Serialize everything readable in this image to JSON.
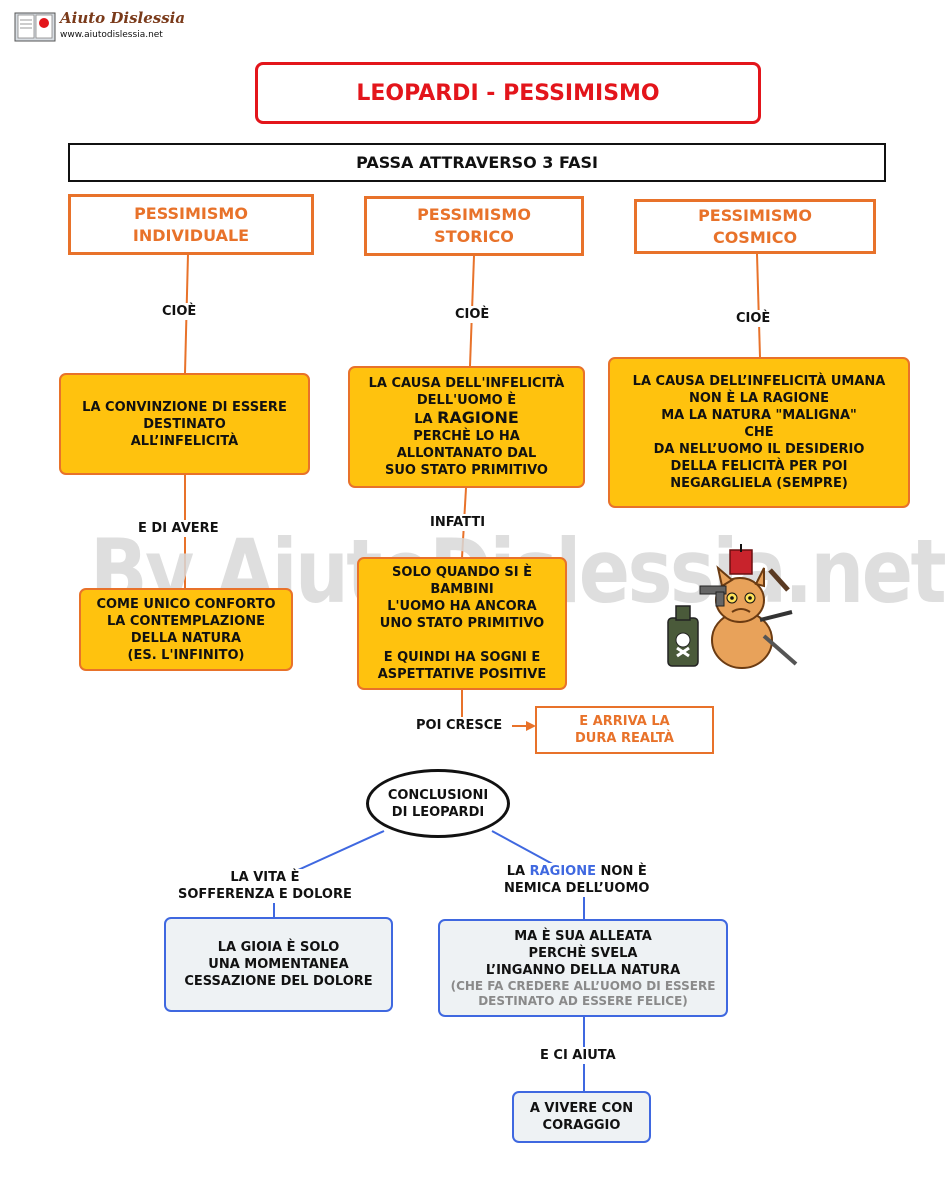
{
  "brand": {
    "name": "Aiuto Dislessia",
    "url": "www.aiutodislessia.net"
  },
  "watermark": "By AiutoDislessia.net",
  "title": "LEOPARDI - PESSIMISMO",
  "subtitle": "PASSA ATTRAVERSO 3 FASI",
  "phases": [
    {
      "title_line1": "PESSIMISMO",
      "title_line2": "INDIVIDUALE",
      "connector": "CIOÈ",
      "desc": [
        "LA CONVINZIONE DI ESSERE",
        "DESTINATO",
        "ALL’INFELICITÀ"
      ]
    },
    {
      "title_line1": "PESSIMISMO",
      "title_line2": "STORICO",
      "connector": "CIOÈ",
      "desc_line1": "LA CAUSA DELL'INFELICITÀ",
      "desc_line2": "DELL'UOMO È",
      "desc_la": "LA ",
      "desc_ragione": "RAGIONE",
      "desc_line4": "PERCHÈ  LO HA",
      "desc_line5": "ALLONTANATO DAL",
      "desc_line6": "SUO STATO PRIMITIVO"
    },
    {
      "title_line1": "PESSIMISMO",
      "title_line2": "COSMICO",
      "connector": "CIOÈ",
      "desc": [
        "LA CAUSA DELL’INFELICITÀ UMANA",
        "NON È LA RAGIONE",
        "MA LA  NATURA  \"MALIGNA\"",
        "CHE",
        "DA NELL’UOMO IL DESIDERIO",
        "DELLA FELICITÀ PER POI",
        "NEGARGLIELA (SEMPRE)"
      ]
    }
  ],
  "individuale_more": {
    "connector": "E DI AVERE",
    "desc": [
      "COME UNICO CONFORTO",
      "LA CONTEMPLAZIONE",
      "DELLA NATURA",
      "(ES. L'INFINITO)"
    ]
  },
  "storico_more": {
    "connector": "INFATTI",
    "desc": [
      "SOLO QUANDO SI È",
      "BAMBINI",
      "L'UOMO HA ANCORA",
      "UNO STATO PRIMITIVO",
      "",
      "E QUINDI HA SOGNI E",
      "ASPETTATIVE POSITIVE"
    ],
    "connector2": "POI CRESCE",
    "result": [
      "E ARRIVA LA",
      "DURA REALTÀ"
    ]
  },
  "conclusions": {
    "title": [
      "CONCLUSIONI",
      "DI LEOPARDI"
    ],
    "left_connector": [
      "LA VITA È",
      "SOFFERENZA E DOLORE"
    ],
    "left_box": [
      "LA GIOIA È SOLO",
      "UNA MOMENTANEA",
      "CESSAZIONE DEL DOLORE"
    ],
    "right_connector_pre": "LA ",
    "right_connector_hl": "RAGIONE",
    "right_connector_post": " NON È",
    "right_connector_line2": "NEMICA DELL’UOMO",
    "right_box": [
      "MA È SUA ALLEATA",
      "PERCHÈ SVELA",
      "L’INGANNO DELLA NATURA"
    ],
    "right_box_note": [
      "(CHE FA CREDERE ALL’UOMO DI ESSERE",
      "DESTINATO AD ESSERE FELICE)"
    ],
    "bottom_connector": "E CI AIUTA",
    "bottom_box": [
      "A VIVERE CON",
      "CORAGGIO"
    ]
  },
  "colors": {
    "orange": "#e8722a",
    "yellow": "#ffc20e",
    "red": "#e3151b",
    "blue": "#3f68e0",
    "box_blue_bg": "#eef2f4"
  }
}
